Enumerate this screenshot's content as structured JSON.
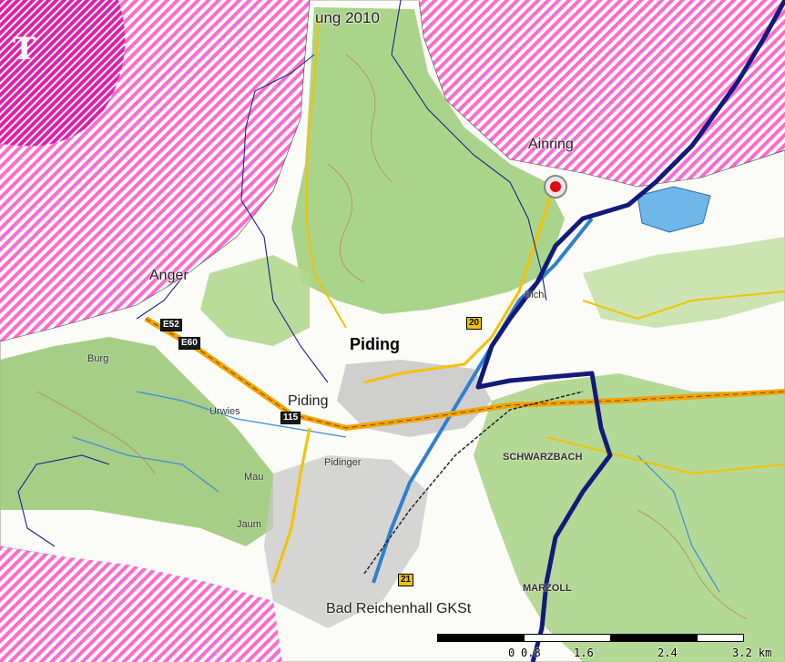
{
  "colors": {
    "hatch": "#ff6ad0",
    "telekom_zone": "#ee2fb4",
    "boundary": "#1c1f7a",
    "forest": "#9cc97a",
    "road": "#f2a300"
  },
  "header": {
    "title_fragment": "ung 2010"
  },
  "places": {
    "ainring": "Ainring",
    "anger": "Anger",
    "piding_bold": "Piding",
    "piding_small": "Piding",
    "schwarzbach": "SCHWARZBACH",
    "pidinger_au": "Pidinger",
    "marzoll": "MARZOLL",
    "bad_reichenhall": "Bad Reichenhall  GKSt",
    "urwies": "Urwies",
    "bichl": "Bichl",
    "burg": "Burg",
    "mauthausen": "Mau",
    "jechling": "Jaum"
  },
  "routes": {
    "e52": "E52",
    "e60": "E60",
    "b20": "20",
    "b21": "21",
    "a8": "115"
  },
  "icons": {
    "operator_mark": "T",
    "operator_site": "vodafone-site-icon"
  },
  "scale": {
    "ticks": [
      "0",
      "0.8",
      "1.6",
      "2.4",
      "3.2 km"
    ]
  }
}
